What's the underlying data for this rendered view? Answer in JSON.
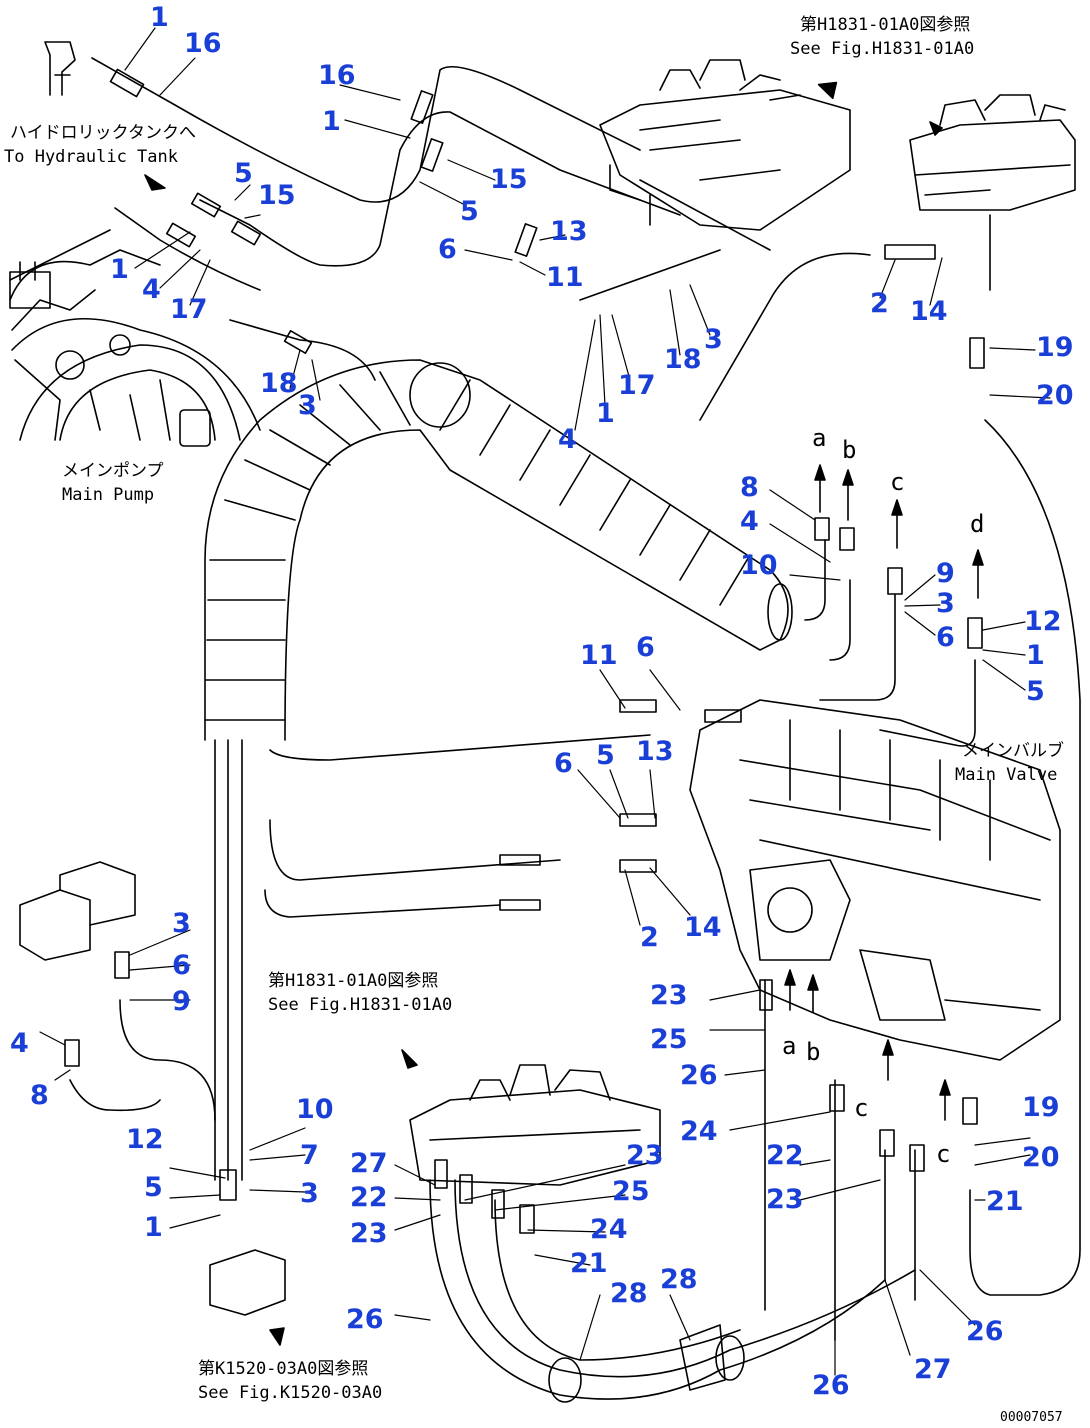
{
  "labels": {
    "ref_top_jp": "第H1831-01A0図参照",
    "ref_top_en": "See Fig.H1831-01A0",
    "tank_jp": "ハイドロリックタンクへ",
    "tank_en": "To Hydraulic Tank",
    "pump_jp": "メインポンプ",
    "pump_en": "Main Pump",
    "valve_jp": "メインバルブ",
    "valve_en": "Main Valve",
    "ref_mid_jp": "第H1831-01A0図参照",
    "ref_mid_en": "See Fig.H1831-01A0",
    "ref_bot_jp": "第K1520-03A0図参照",
    "ref_bot_en": "See Fig.K1520-03A0",
    "drawing_code": "00007057"
  },
  "connection_letters": [
    "a",
    "b",
    "c",
    "d"
  ],
  "callouts": [
    "1",
    "16",
    "16",
    "1",
    "5",
    "15",
    "15",
    "5",
    "13",
    "6",
    "11",
    "1",
    "4",
    "17",
    "2",
    "14",
    "18",
    "3",
    "17",
    "18",
    "3",
    "4",
    "1",
    "19",
    "20",
    "8",
    "4",
    "10",
    "9",
    "3",
    "6",
    "12",
    "1",
    "5",
    "11",
    "6",
    "6",
    "5",
    "13",
    "2",
    "14",
    "3",
    "6",
    "9",
    "4",
    "8",
    "23",
    "25",
    "26",
    "24",
    "22",
    "23",
    "21",
    "19",
    "20",
    "21",
    "10",
    "7",
    "3",
    "12",
    "5",
    "1",
    "27",
    "22",
    "23",
    "23",
    "25",
    "24",
    "21",
    "26",
    "28",
    "28",
    "26",
    "27",
    "26"
  ]
}
